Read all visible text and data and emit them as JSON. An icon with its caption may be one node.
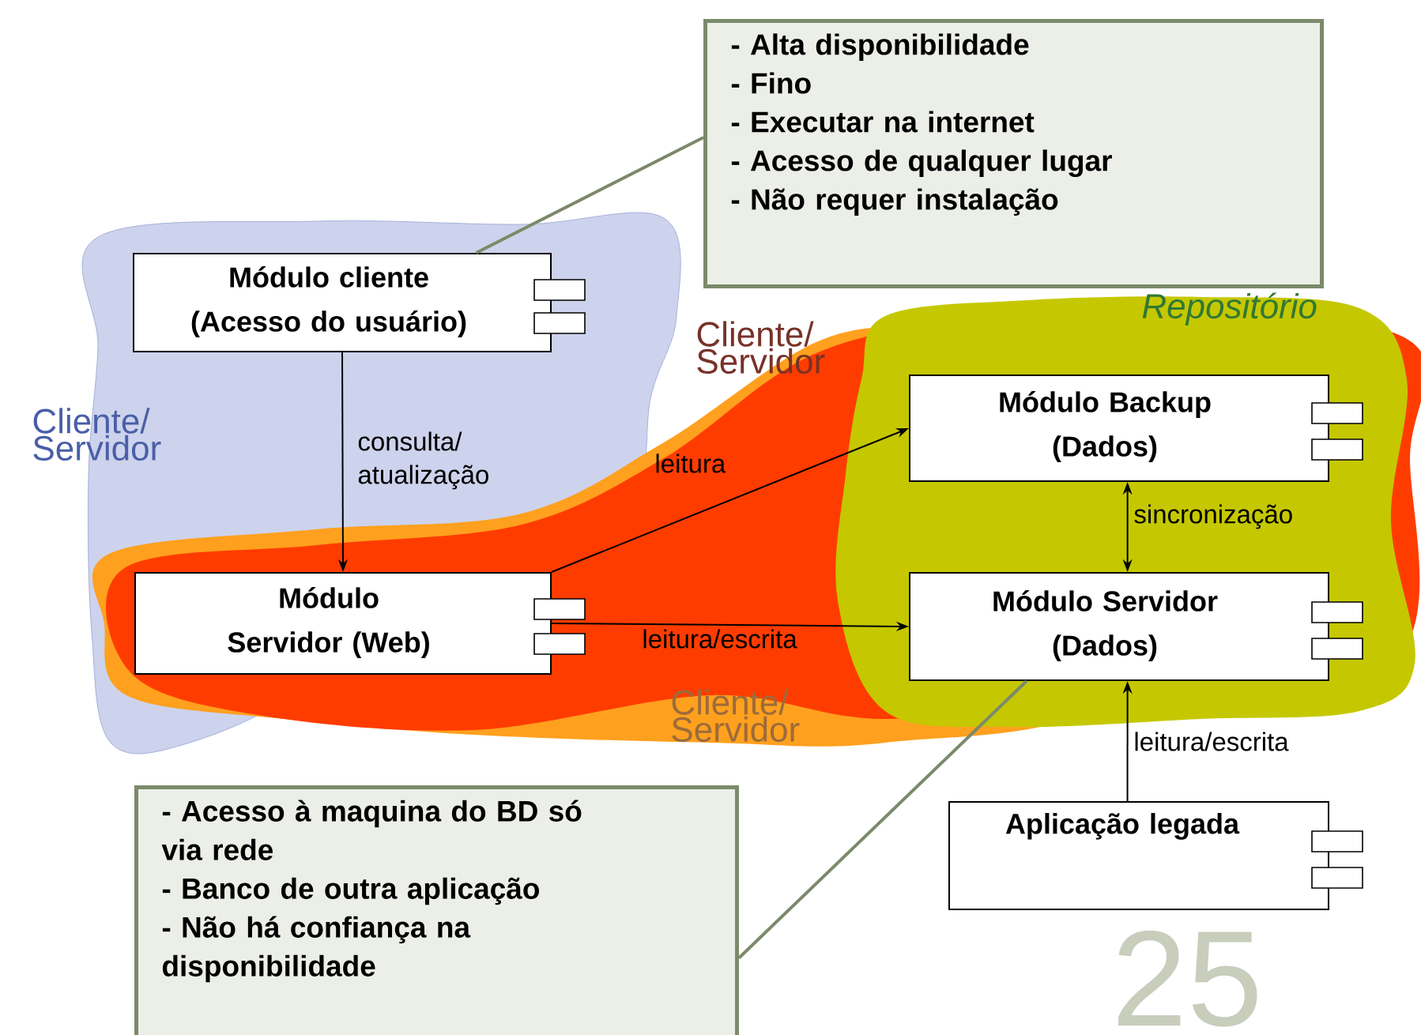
{
  "diagram": {
    "nodes": [
      {
        "text": [
          "- Alta disponibilidade",
          "- Fino",
          "- Executar na internet",
          "- Acesso de qualquer lugar",
          "- Não requer instalação"
        ]
      },
      {
        "text": [
          "Módulo cliente (Acesso do usuário)"
        ]
      },
      {
        "text": [
          "Módulo Servidor (Web)"
        ]
      },
      {
        "text": [
          "Módulo Backup (Dados)"
        ]
      },
      {
        "text": [
          "Módulo Servidor (Dados)"
        ]
      },
      {
        "text": [
          "Aplicação legada"
        ]
      },
      {
        "text": [
          "- Acesso à maquina do BD só via rede",
          "- Banco de outra aplicação",
          "- Não há confiança na disponibilidade"
        ]
      }
    ],
    "edges": [
      {
        "from": 0,
        "to": 1,
        "arrow": "none",
        "color": "#7b8a6a"
      },
      {
        "from": 1,
        "to": 2,
        "arrow": "to",
        "label": "consulta/ atualização"
      },
      {
        "from": 2,
        "to": 3,
        "arrow": "to",
        "label": "leitura"
      },
      {
        "from": 2,
        "to": 4,
        "arrow": "to",
        "label": "leitura/escrita"
      },
      {
        "from": 3,
        "to": 4,
        "arrow": "both",
        "label": "sincronização"
      },
      {
        "from": 5,
        "to": 4,
        "arrow": "to",
        "label": "leitura/escrita"
      },
      {
        "from": 6,
        "to": 4,
        "arrow": "none",
        "color": "#7b8a6a"
      }
    ],
    "labels": [
      "Cliente/ Servidor",
      "Cliente/ Servidor",
      "Repositório",
      "Cliente/ Servidor",
      "25"
    ]
  }
}
